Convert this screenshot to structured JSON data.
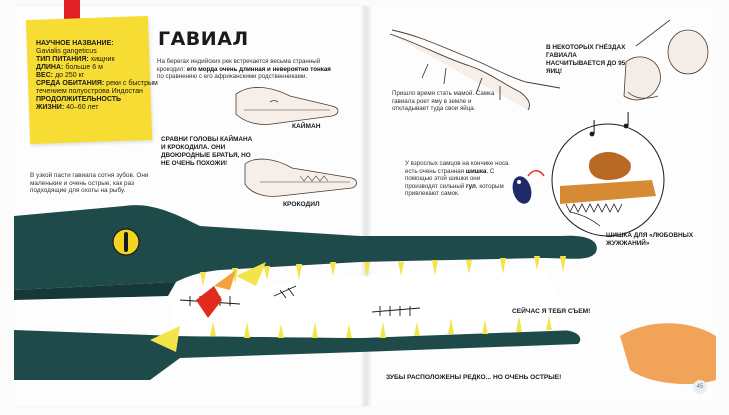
{
  "title": "ГАВИАЛ",
  "info_card": {
    "rows": [
      {
        "label": "НАУЧНОЕ НАЗВАНИЕ:",
        "value": ""
      },
      {
        "label": "",
        "value": "Gavialis gangeticus"
      },
      {
        "label": "ТИП ПИТАНИЯ:",
        "value": " хищник"
      },
      {
        "label": "ДЛИНА:",
        "value": " больше 6 м"
      },
      {
        "label": "ВЕС:",
        "value": " до 250 кг"
      },
      {
        "label": "СРЕДА ОБИТАНИЯ:",
        "value": " реки с быстрым"
      },
      {
        "label": "",
        "value": "течением полуострова Индостан"
      },
      {
        "label": "ПРОДОЛЖИТЕЛЬНОСТЬ",
        "value": ""
      },
      {
        "label": "ЖИЗНИ:",
        "value": " 40–60 лет"
      }
    ]
  },
  "intro": {
    "line1": "На берегах индийских рек встречается весьма странный",
    "line2_plain": "крокодил: ",
    "line2_bold": "его морда очень длинная и невероятно тонкая",
    "line3": "по сравнению с его африканскими родственниками."
  },
  "compare_text": "СРАВНИ ГОЛОВЫ КАЙМАНА И КРОКОДИЛА. ОНИ ДВОЮРОДНЫЕ БРАТЬЯ, НО НЕ ОЧЕНЬ ПОХОЖИ!",
  "label_caiman": "КАЙМАН",
  "label_croc": "КРОКОДИЛ",
  "teeth_text": "В узкой пасти гавиала сотня зубов. Они маленькие и очень острые, как раз подходящие для охоты на рыбу.",
  "mother_text": "Пришло время стать мамой. Самка гавиала роет яму в земле и откладывает туда свои яйца.",
  "eggs_text": "В НЕКОТОРЫХ ГНЁЗДАХ ГАВИАЛА НАСЧИТЫВАЕТСЯ ДО 95 ЯИЦ!",
  "male_text": {
    "p1": "У взрослых самцов на кончике носа есть очень странная ",
    "b1": "шишка",
    "p2": ". С помощью этой шишки они производят сильный ",
    "b2": "гул",
    "p3": ", которым привлекают самок."
  },
  "bump_label": "ШИШКА ДЛЯ «ЛЮБОВНЫХ ЖУЖЖАНИЙ»",
  "eat_text": "СЕЙЧАС Я ТЕБЯ СЪЕМ!",
  "rare_text": "ЗУБЫ РАСПОЛОЖЕНЫ РЕДКО... НО ОЧЕНЬ ОСТРЫЕ!",
  "page_number": "45",
  "colors": {
    "gharial": "#1f4a4a",
    "gharial_dark": "#163838",
    "eye": "#f2d423",
    "teeth": "#f3e44a",
    "bump": "#c4762a",
    "card": "#f7dc33",
    "fish": "#f2a35a",
    "bird": "#e22b1f"
  }
}
